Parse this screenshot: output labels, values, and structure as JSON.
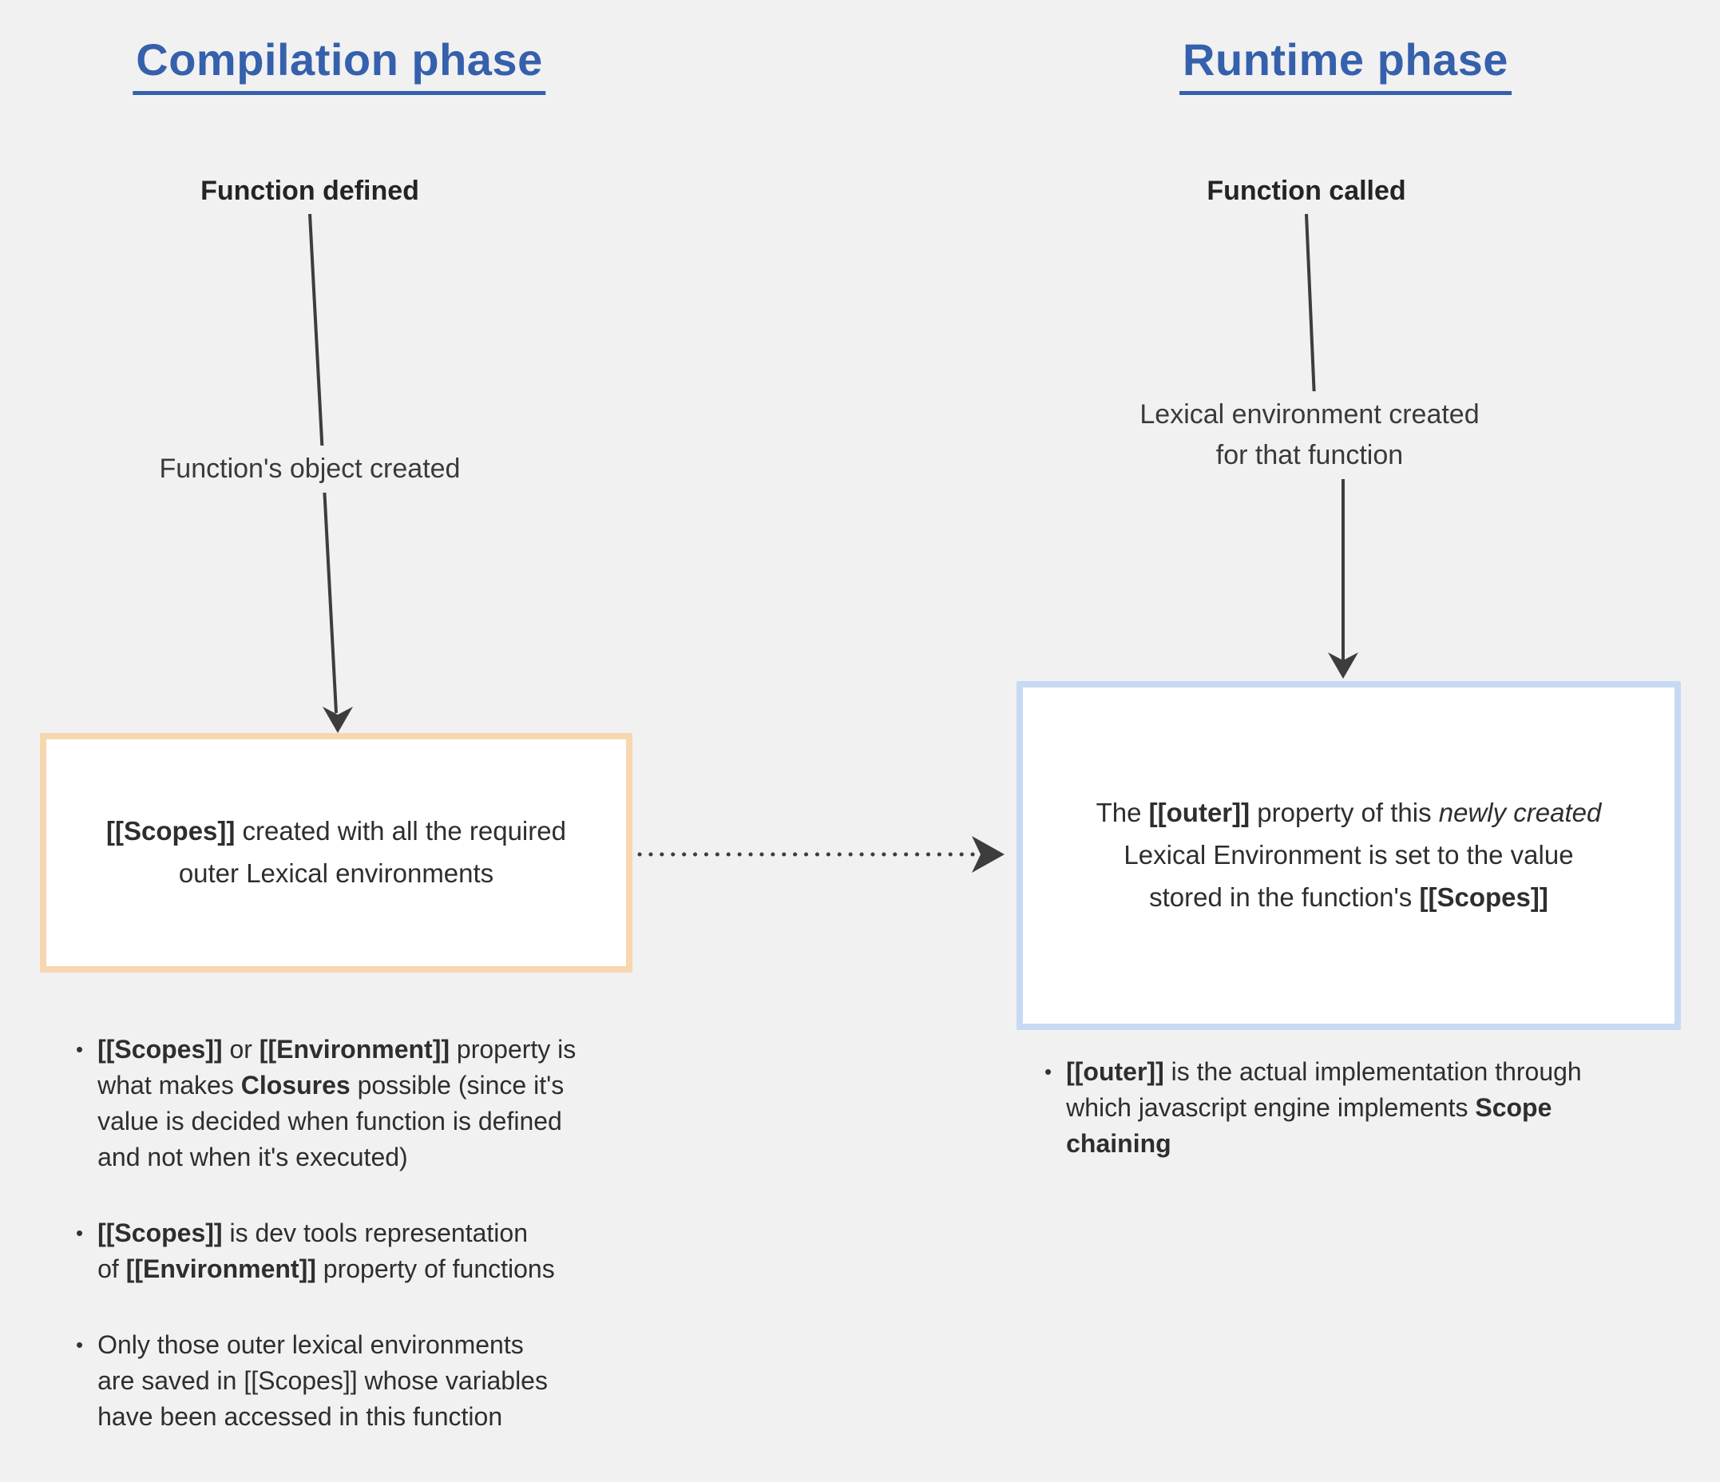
{
  "theme": {
    "background": "#f1f1f1",
    "heading_color": "#3560ac",
    "text_color": "#2e2e2e",
    "line_color": "#3d3d3d",
    "compilation_box_border": "#f6d7b0",
    "runtime_box_border": "#c7daf4"
  },
  "columns": {
    "compilation": {
      "heading": "Compilation phase",
      "step1": "Function defined",
      "step2": "Function's object created",
      "box": [
        {
          "t": "[[Scopes]]",
          "b": true
        },
        {
          "t": " created with all the required"
        },
        {
          "br": true
        },
        {
          "t": "outer Lexical environments"
        }
      ],
      "bullets": [
        [
          {
            "t": "[[Scopes]]",
            "b": true
          },
          {
            "t": " or "
          },
          {
            "t": "[[Environment]]",
            "b": true
          },
          {
            "t": " property is"
          },
          {
            "br": true
          },
          {
            "t": "what makes "
          },
          {
            "t": "Closures",
            "b": true
          },
          {
            "t": " possible (since it's"
          },
          {
            "br": true
          },
          {
            "t": "value is decided when function is defined"
          },
          {
            "br": true
          },
          {
            "t": "and not when it's executed)"
          }
        ],
        [
          {
            "t": "[[Scopes]]",
            "b": true
          },
          {
            "t": " is dev tools representation"
          },
          {
            "br": true
          },
          {
            "t": "of "
          },
          {
            "t": "[[Environment]]",
            "b": true
          },
          {
            "t": " property of functions"
          }
        ],
        [
          {
            "t": "Only those outer lexical environments"
          },
          {
            "br": true
          },
          {
            "t": "are saved in [[Scopes]] whose variables"
          },
          {
            "br": true
          },
          {
            "t": "have been accessed in this function"
          }
        ]
      ]
    },
    "runtime": {
      "heading": "Runtime phase",
      "step1": "Function called",
      "step2": [
        {
          "t": "Lexical environment created"
        },
        {
          "br": true
        },
        {
          "t": "for that function"
        }
      ],
      "box": [
        {
          "t": "The "
        },
        {
          "t": "[[outer]]",
          "b": true
        },
        {
          "t": " property of this "
        },
        {
          "t": "newly created",
          "i": true
        },
        {
          "br": true
        },
        {
          "t": "Lexical Environment is set to the value"
        },
        {
          "br": true
        },
        {
          "t": "stored in the function's "
        },
        {
          "t": "[[Scopes]]",
          "b": true
        }
      ],
      "bullets": [
        [
          {
            "t": "[[outer]]",
            "b": true
          },
          {
            "t": " is the actual implementation through"
          },
          {
            "br": true
          },
          {
            "t": "which javascript engine implements "
          },
          {
            "t": "Scope",
            "b": true
          },
          {
            "br": true
          },
          {
            "t": "chaining",
            "b": true
          }
        ]
      ]
    }
  }
}
